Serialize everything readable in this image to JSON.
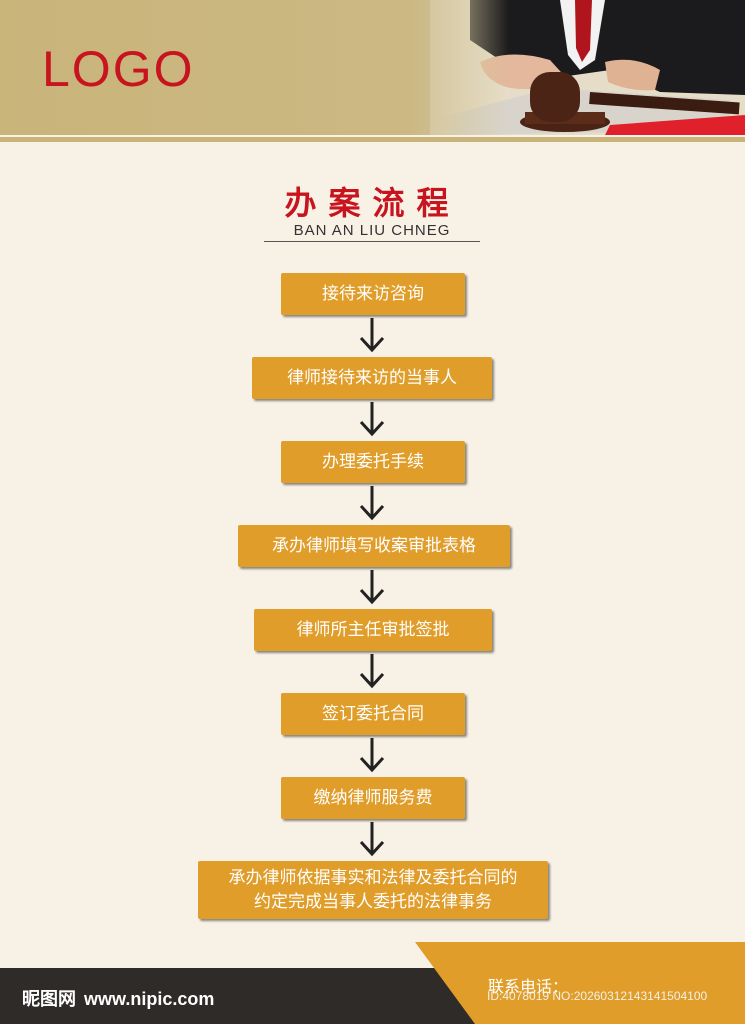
{
  "header": {
    "logo": "LOGO"
  },
  "title": {
    "cn": "办案流程",
    "en": "BAN AN LIU CHNEG"
  },
  "steps": [
    {
      "lines": [
        "接待来访咨询"
      ]
    },
    {
      "lines": [
        "律师接待来访的当事人"
      ]
    },
    {
      "lines": [
        "办理委托手续"
      ]
    },
    {
      "lines": [
        "承办律师填写收案审批表格"
      ]
    },
    {
      "lines": [
        "律师所主任审批签批"
      ]
    },
    {
      "lines": [
        "签订委托合同"
      ]
    },
    {
      "lines": [
        "缴纳律师服务费"
      ]
    },
    {
      "lines": [
        "承办律师依据事实和法律及委托合同的",
        "约定完成当事人委托的法律事务"
      ]
    }
  ],
  "footer": {
    "tel_label": "联系电话：",
    "site_name": "昵图网",
    "site_url": "www.nipic.com",
    "id_text": "ID:4078019 NO:20260312143141504100"
  },
  "colors": {
    "accent_red": "#c8141e",
    "box_orange": "#e09d2a",
    "band_gold": "#c9b47a",
    "footer_dark": "#2f2b29"
  }
}
